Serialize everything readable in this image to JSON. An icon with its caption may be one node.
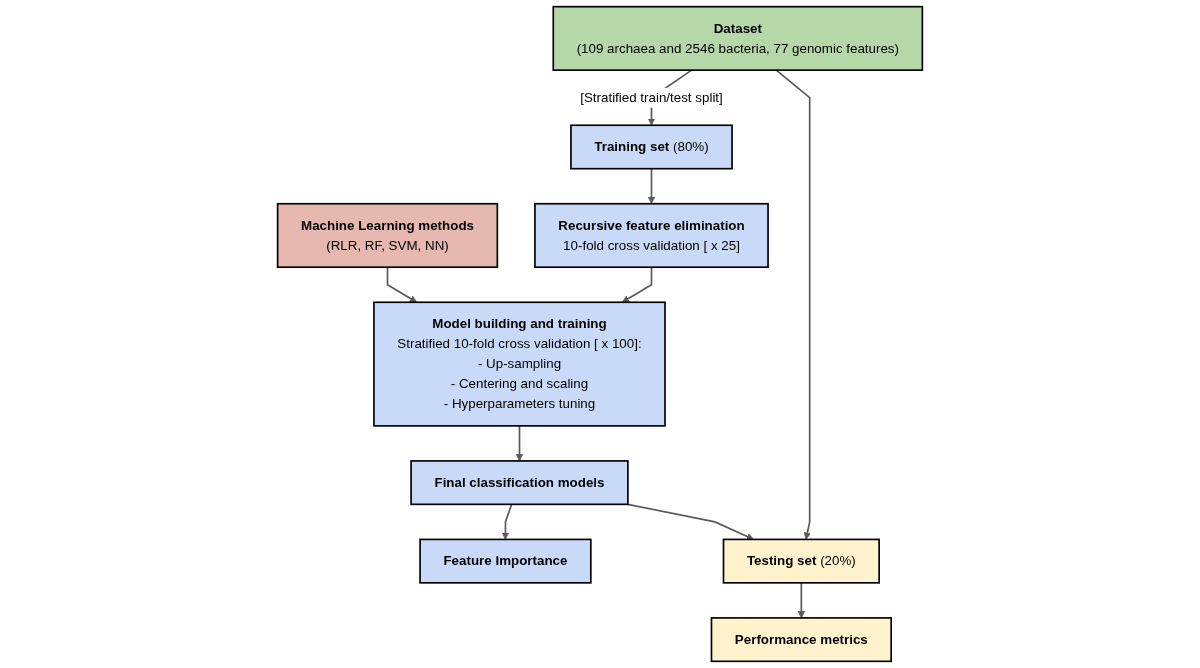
{
  "diagram": {
    "nodes": [
      {
        "text": [
          "Dataset",
          "(109 archaea and 2546 bacteria, 77 genomic features)"
        ]
      },
      {
        "text": [
          "**Training set** (80%)"
        ]
      },
      {
        "text": [
          "**Testing set** (20%)"
        ]
      },
      {
        "text": [
          "Recursive feature elimination",
          "10-fold cross validation [ x 25]"
        ]
      },
      {
        "text": [
          "Performance metrics"
        ]
      },
      {
        "text": [
          "Machine Learning methods",
          "(RLR, RF, SVM, NN)"
        ]
      },
      {
        "text": [
          "Model building and training",
          "Stratified 10-fold cross validation [ x 100]:",
          "- Up-sampling",
          "- Centering and scaling",
          "- Hyperparameters tuning"
        ]
      },
      {
        "text": [
          "Final classification models"
        ]
      },
      {
        "text": [
          "Feature Importance"
        ]
      }
    ],
    "edges": [
      {
        "from": 0,
        "to": 1,
        "arrow": "to",
        "label": "[Stratified train/test split]"
      },
      {
        "from": 0,
        "to": 2,
        "arrow": "to"
      },
      {
        "from": 1,
        "to": 3,
        "arrow": "to"
      },
      {
        "from": 2,
        "to": 4,
        "arrow": "to"
      },
      {
        "from": 3,
        "to": 6,
        "arrow": "to"
      },
      {
        "from": 5,
        "to": 6,
        "arrow": "to"
      },
      {
        "from": 6,
        "to": 7,
        "arrow": "to"
      },
      {
        "from": 7,
        "to": 2,
        "arrow": "to"
      },
      {
        "from": 7,
        "to": 8,
        "arrow": "to"
      }
    ]
  }
}
